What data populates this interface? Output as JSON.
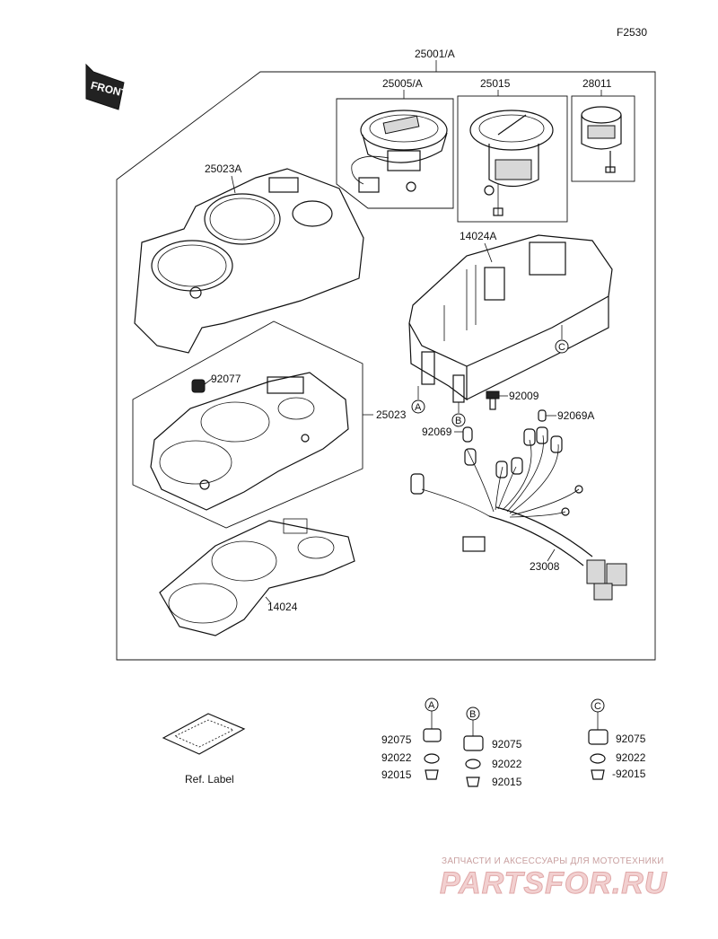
{
  "page_code": "F2530",
  "front_label": "FRONT",
  "labels": {
    "assembly": "25001/A",
    "speedometer": "25005/A",
    "tachometer": "25015",
    "gauge": "28011",
    "upper_cover": "25023A",
    "case": "14024A",
    "lower_cover": "25023",
    "plug": "92077",
    "screw": "92009",
    "bulb_b": "92069",
    "bulb_a": "92069A",
    "harness": "23008",
    "gasket": "14024",
    "ref_label": "Ref. Label"
  },
  "markers": {
    "a": "A",
    "b": "B",
    "c": "C"
  },
  "detail": {
    "a": {
      "p1": "92075",
      "p2": "92022",
      "p3": "92015"
    },
    "b": {
      "p1": "92075",
      "p2": "92022",
      "p3": "92015"
    },
    "c": {
      "p1": "92075",
      "p2": "92022",
      "p3": "-92015"
    }
  },
  "watermark": {
    "line1": "ЗАПЧАСТИ И АКСЕССУАРЫ ДЛЯ МОТОТЕХНИКИ",
    "line2": "PARTSFOR.RU"
  }
}
